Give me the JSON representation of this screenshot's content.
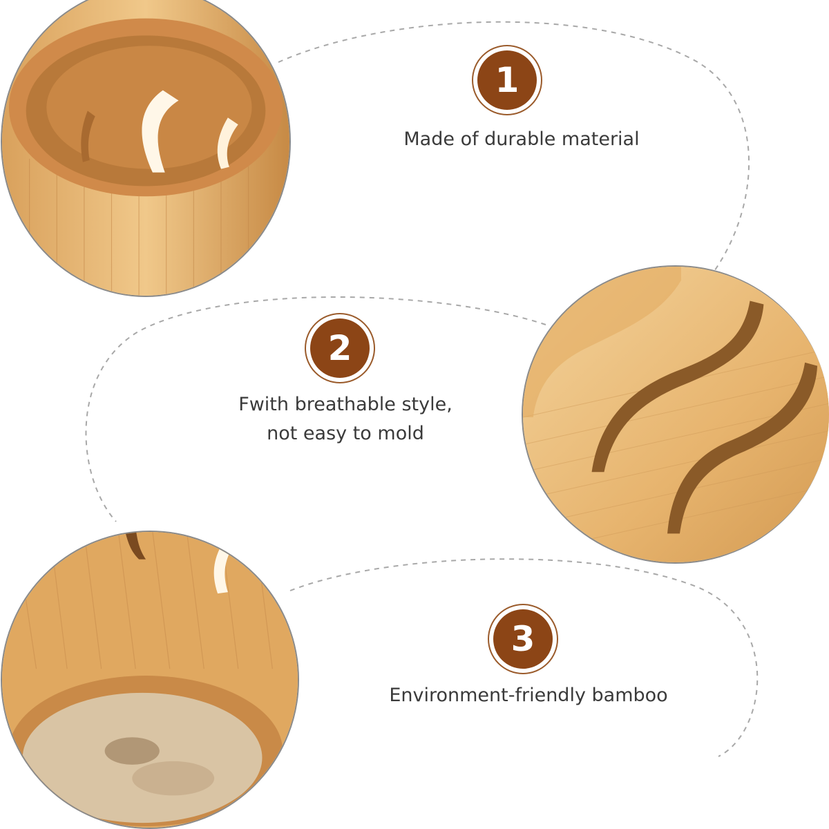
{
  "features": [
    {
      "number": "1",
      "lines": [
        "Made of durable material"
      ]
    },
    {
      "number": "2",
      "lines": [
        "Fwith breathable style,",
        "not easy to mold"
      ]
    },
    {
      "number": "3",
      "lines": [
        "Environment-friendly bamboo"
      ]
    }
  ],
  "photos": [
    {
      "subject": "bamboo-holder-top-view"
    },
    {
      "subject": "bamboo-holder-wavy-slots-closeup"
    },
    {
      "subject": "bamboo-holder-bottom-view"
    }
  ],
  "colors": {
    "badge": "#8c4516",
    "text": "#3a3a3a",
    "bamboo_light": "#f0c88a",
    "bamboo_mid": "#d9a15c",
    "bamboo_dark": "#b8793a",
    "dash": "#a8a8a8"
  }
}
